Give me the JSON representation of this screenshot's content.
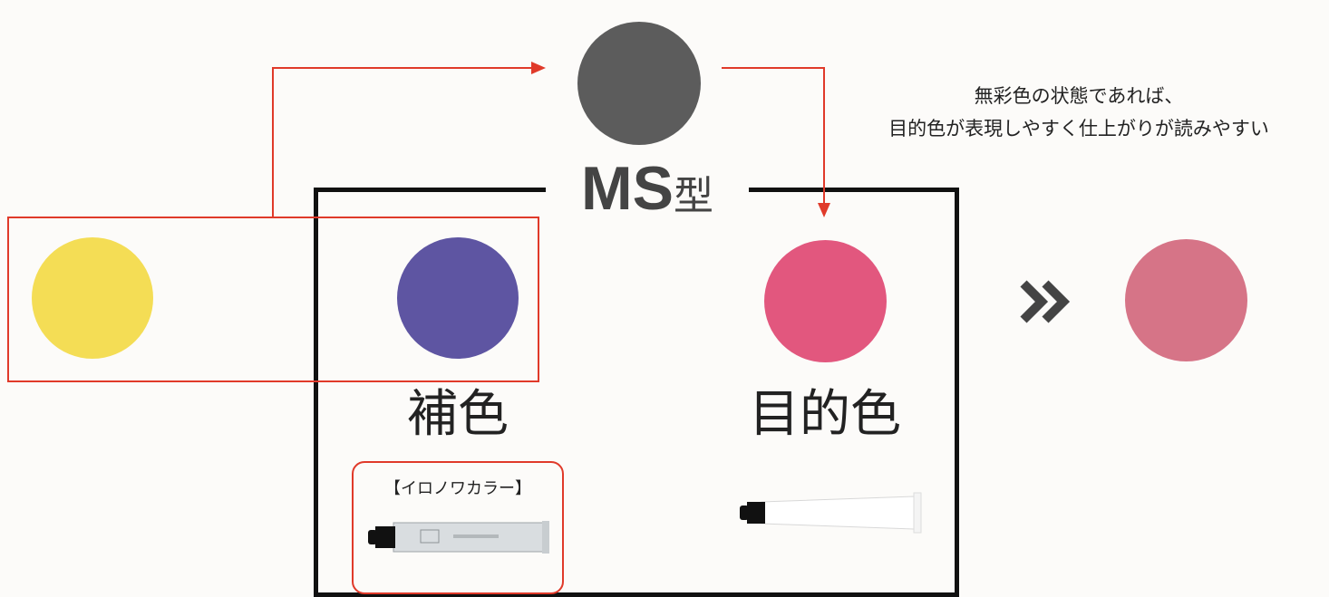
{
  "diagram": {
    "title_main": "MS",
    "title_suffix": "型",
    "note_lines": [
      "無彩色の状態であれば、",
      "目的色が表現しやすく仕上がりが読みやすい"
    ],
    "labels": {
      "complement": "補色",
      "target": "目的色"
    },
    "product_label": "【イロノワカラー】",
    "colors": {
      "yellow": "#f4dd55",
      "purple": "#5e55a2",
      "gray": "#5c5c5c",
      "pink": "#e2577e",
      "result": "#d67487",
      "arrow_red": "#e03a2a",
      "frame": "#111111"
    },
    "icons": {
      "next": "double-chevron-right-icon",
      "tube": "tube-icon"
    }
  }
}
